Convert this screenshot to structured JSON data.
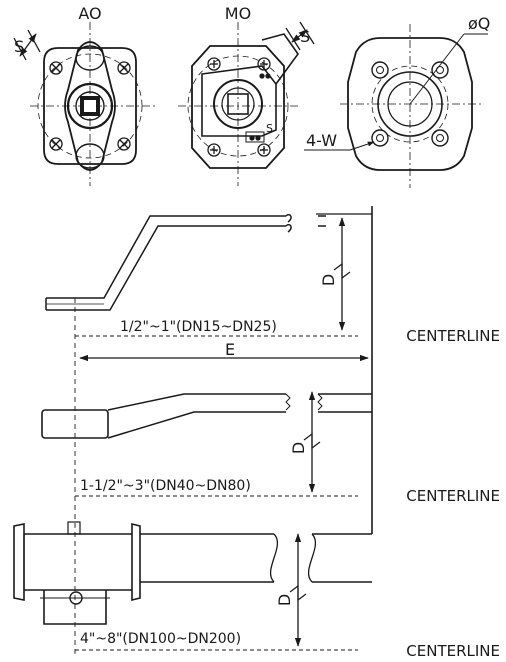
{
  "views": {
    "ao_label": "AO",
    "mo_label": "MO",
    "s_label": "S",
    "s_small_label": "S",
    "q_label": "øQ",
    "w_label": "4-W"
  },
  "elevation": {
    "d_label": "D",
    "e_label": "E",
    "centerline_label": "CENTERLINE",
    "sizes": [
      "1/2\"~1\"(DN15~DN25)",
      "1-1/2\"~3\"(DN40~DN80)",
      "4\"~8\"(DN100~DN200)"
    ]
  },
  "colors": {
    "line": "#1a1a1a",
    "background": "#ffffff"
  }
}
